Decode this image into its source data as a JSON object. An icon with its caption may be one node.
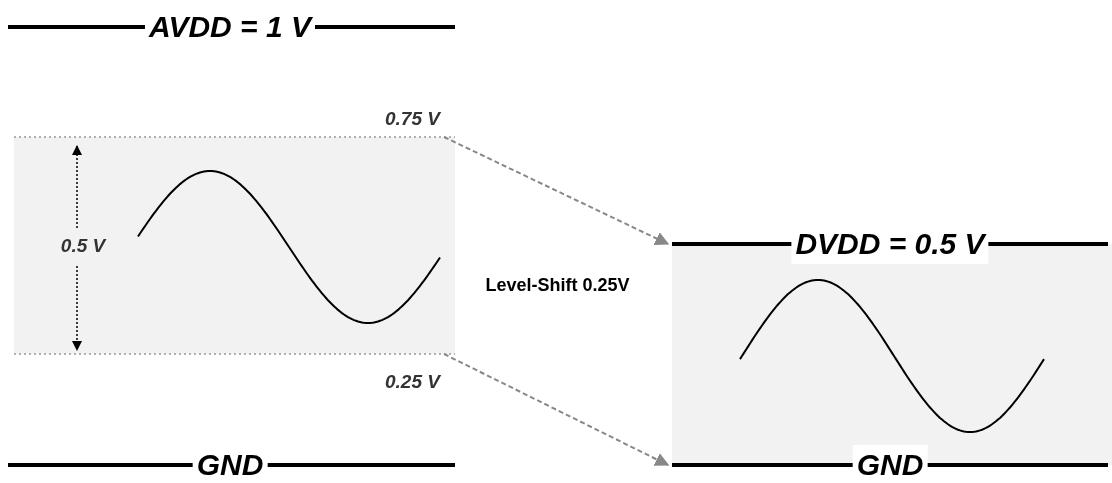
{
  "diagram": {
    "nodes": [
      {
        "text": [
          "AVDD = 1 V"
        ]
      },
      {
        "text": [
          "0.75 V"
        ]
      },
      {
        "text": [
          "DVDD = 0.5 V"
        ]
      },
      {
        "text": [
          "0.25 V"
        ]
      },
      {
        "text": [
          "GND"
        ]
      },
      {
        "text": [
          "GND"
        ]
      }
    ],
    "edges": [
      {
        "from": 1,
        "to": 2,
        "arrow": "to",
        "style": "dashed"
      },
      {
        "from": 3,
        "to": 5,
        "arrow": "to",
        "style": "dashed"
      }
    ],
    "labels": [
      "0.5 V",
      "Level-Shift 0.25V"
    ]
  }
}
